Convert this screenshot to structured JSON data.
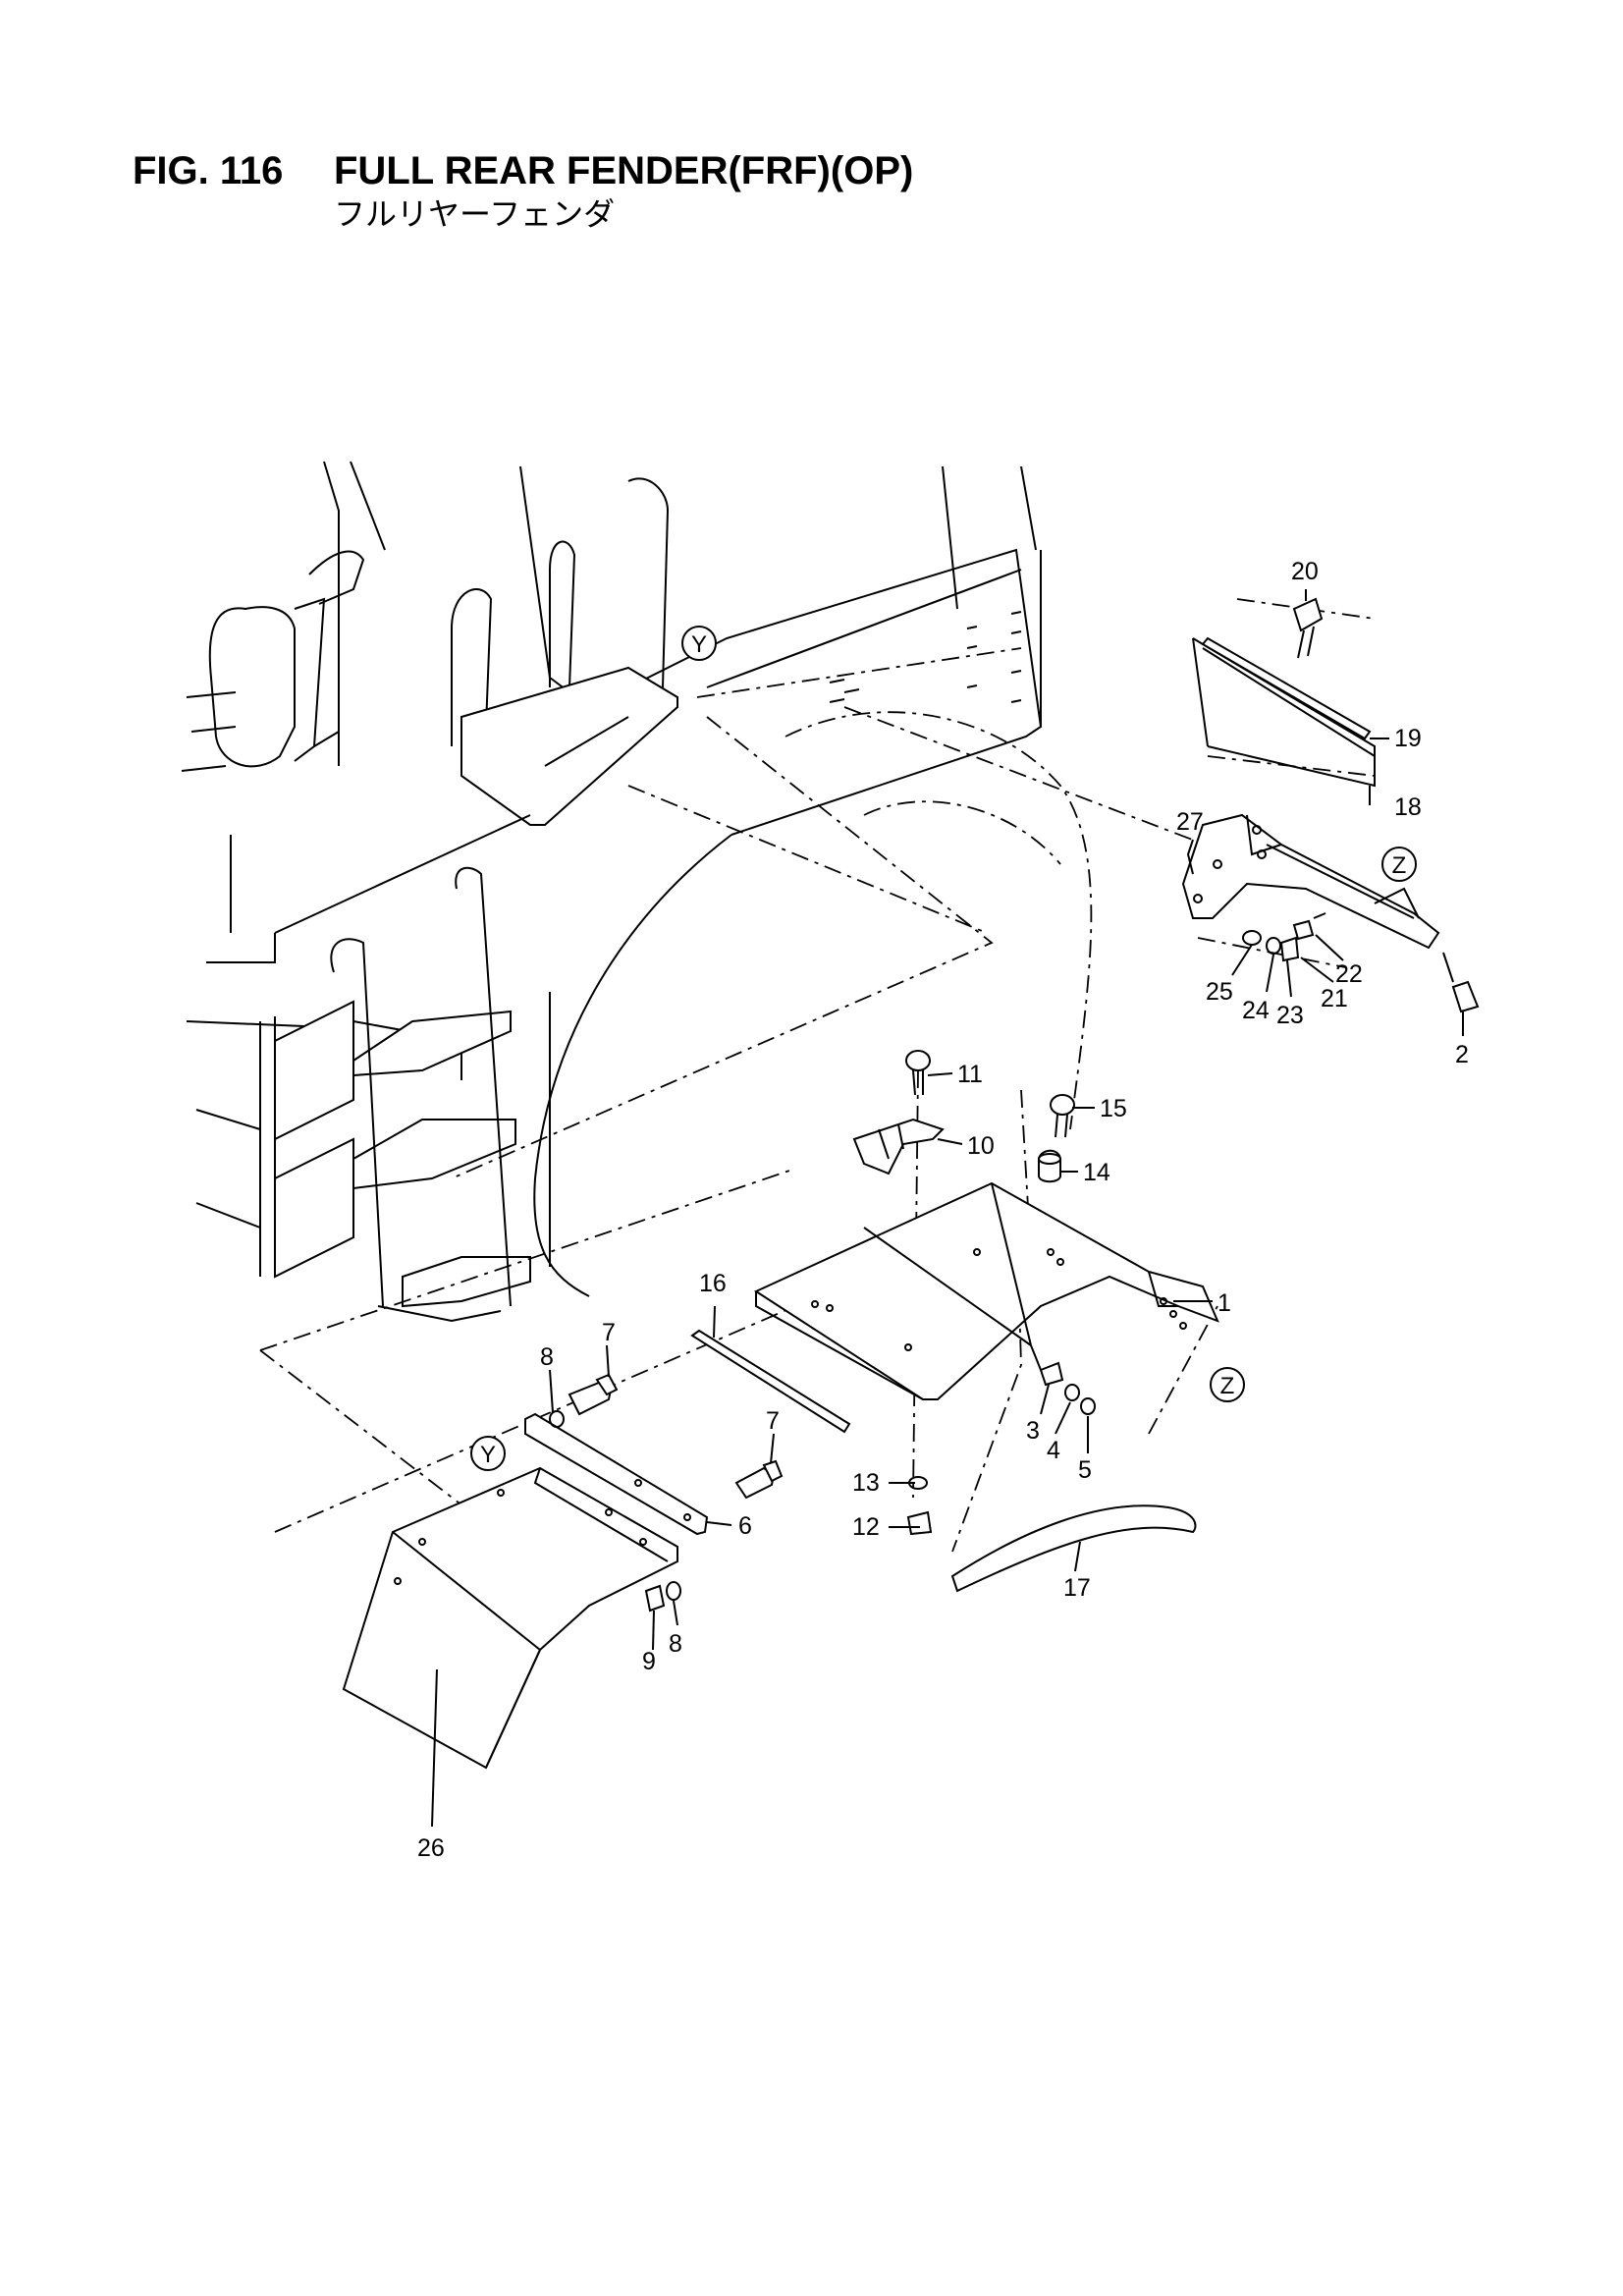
{
  "figure": {
    "number": "FIG. 116",
    "title": "FULL REAR FENDER(FRF)(OP)",
    "subtitle_jp": "フルリヤーフェンダ"
  },
  "callouts": [
    {
      "label": "1"
    },
    {
      "label": "2"
    },
    {
      "label": "3"
    },
    {
      "label": "4"
    },
    {
      "label": "5"
    },
    {
      "label": "6"
    },
    {
      "label": "7"
    },
    {
      "label": "7"
    },
    {
      "label": "8"
    },
    {
      "label": "8"
    },
    {
      "label": "9"
    },
    {
      "label": "10"
    },
    {
      "label": "11"
    },
    {
      "label": "12"
    },
    {
      "label": "13"
    },
    {
      "label": "14"
    },
    {
      "label": "15"
    },
    {
      "label": "16"
    },
    {
      "label": "17"
    },
    {
      "label": "18"
    },
    {
      "label": "19"
    },
    {
      "label": "20"
    },
    {
      "label": "21"
    },
    {
      "label": "22"
    },
    {
      "label": "23"
    },
    {
      "label": "24"
    },
    {
      "label": "25"
    },
    {
      "label": "26"
    },
    {
      "label": "27"
    }
  ],
  "reference_markers": [
    {
      "letter": "Y"
    },
    {
      "letter": "Y"
    },
    {
      "letter": "Z"
    },
    {
      "letter": "Z"
    }
  ]
}
